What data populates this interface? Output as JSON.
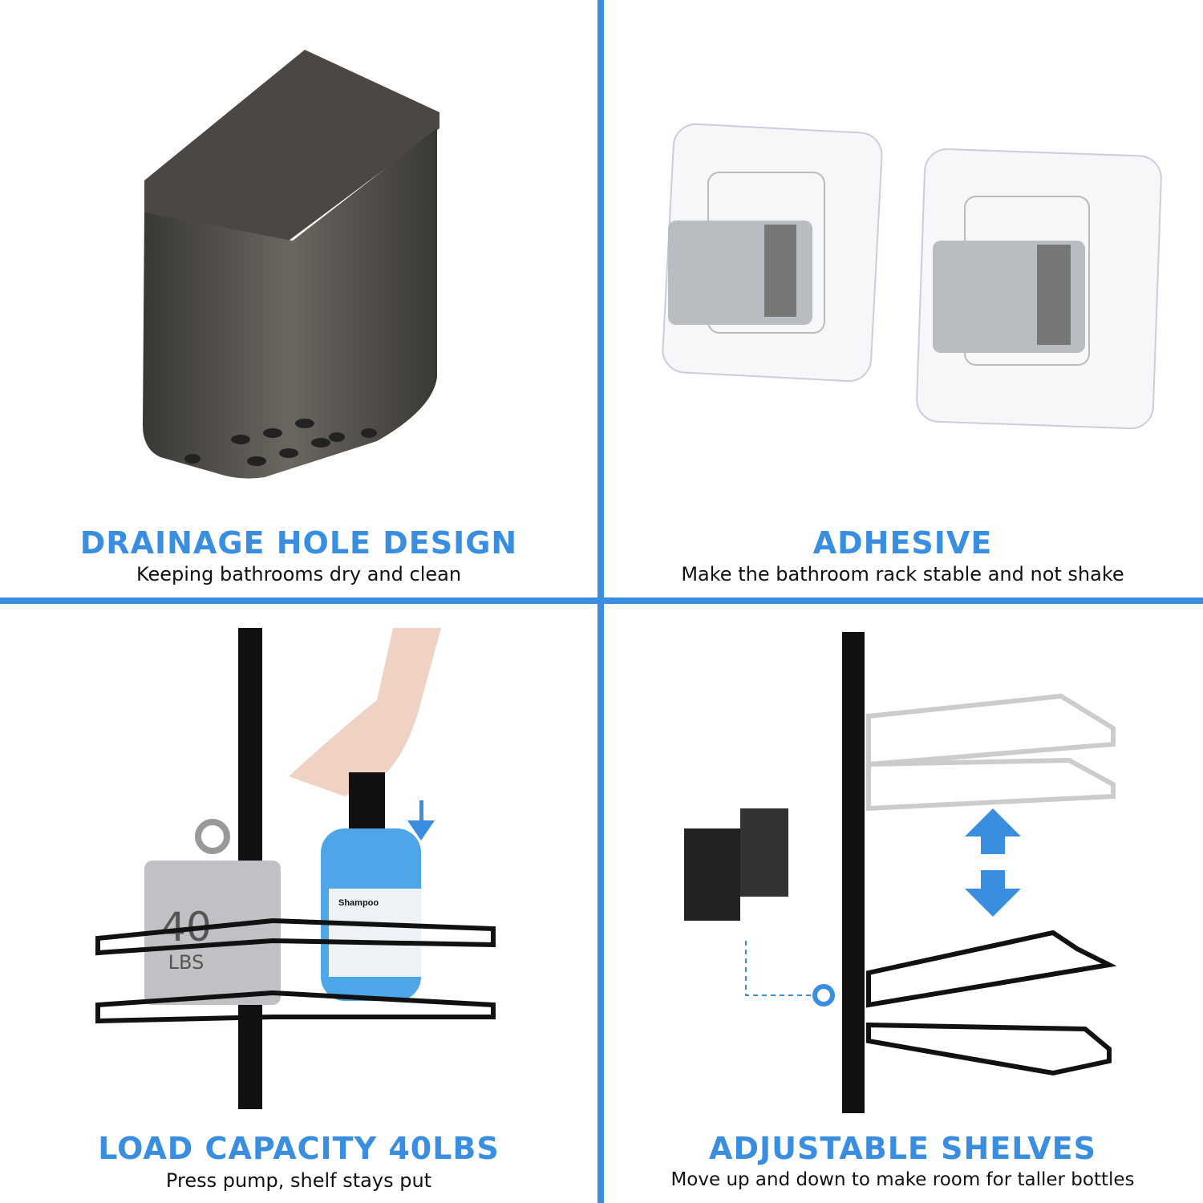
{
  "colors": {
    "accent": "#3a8ee0",
    "dark": "#2b2b2b"
  },
  "panels": [
    {
      "title": "DRAINAGE HOLE DESIGN",
      "subtitle": "Keeping bathrooms dry and clean",
      "image": "drain-cup"
    },
    {
      "title": "ADHESIVE",
      "subtitle": "Make the bathroom rack stable and not shake",
      "image": "adhesive-hooks"
    },
    {
      "title": "LOAD CAPACITY 40LBS",
      "subtitle": "Press pump, shelf stays put",
      "image": "loaded-shelf",
      "labels": {
        "weight": "40",
        "weight_unit": "LBS",
        "bottle": "Shampoo"
      }
    },
    {
      "title": "ADJUSTABLE SHELVES",
      "subtitle": "Move up and down to make room for taller bottles",
      "image": "adjustable-shelves"
    }
  ]
}
